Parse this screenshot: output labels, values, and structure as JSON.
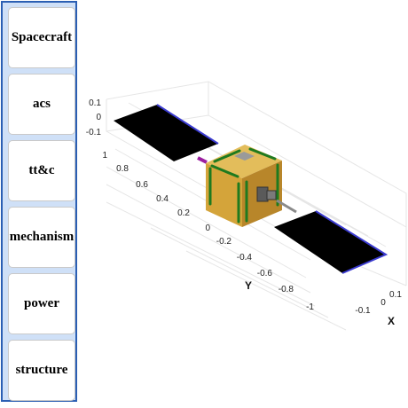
{
  "sidebar": {
    "buttons": [
      {
        "label": "Spacecraft"
      },
      {
        "label": "acs"
      },
      {
        "label": "tt&c"
      },
      {
        "label": "mechanism"
      },
      {
        "label": "power"
      },
      {
        "label": "structure"
      }
    ]
  },
  "plot": {
    "z_ticks": [
      "0.1",
      "0",
      "-0.1"
    ],
    "y_ticks": [
      "1",
      "0.8",
      "0.6",
      "0.4",
      "0.2",
      "0",
      "-0.2",
      "-0.4",
      "-0.6",
      "-0.8",
      "-1"
    ],
    "x_ticks": [
      "0.1",
      "0",
      "-0.1"
    ],
    "y_label": "Y",
    "x_label": "X"
  },
  "colors": {
    "sidebar_bg": "#cfe0f7",
    "sidebar_border": "#2b5fb3",
    "cube_front": "#d4a43a",
    "cube_top": "#e3bd5b",
    "cube_side": "#b8862a",
    "frame": "#1f7a1f",
    "panel": "#000000",
    "panel_edge": "#3b3bd1",
    "hinge": "#9b1fa0"
  }
}
